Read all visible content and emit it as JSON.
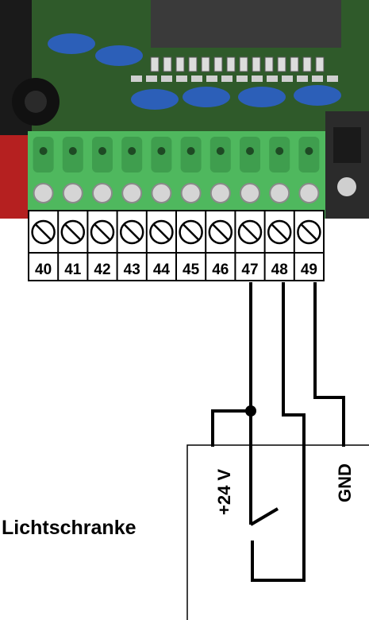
{
  "terminal_numbers": [
    "40",
    "41",
    "42",
    "43",
    "44",
    "45",
    "46",
    "47",
    "48",
    "49"
  ],
  "device": {
    "name": "Lichtschranke",
    "pin_supply": "+24 V",
    "pin_ground": "GND"
  },
  "colors": {
    "pcb_green": "#2f5a2a",
    "terminal_green": "#4fb85e",
    "capacitor_blue": "#2c5fb8",
    "wire": "#000000"
  }
}
